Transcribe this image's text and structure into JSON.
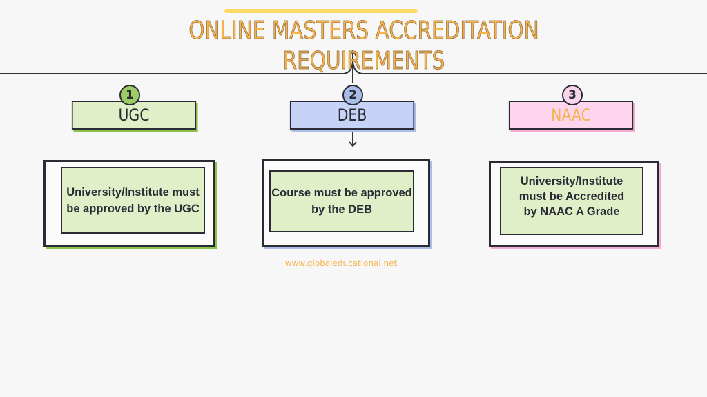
{
  "title": {
    "line1": "ONLINE MASTERS ACCREDITATION",
    "line2": "REQUIREMENTS"
  },
  "colors": {
    "title": "#f7b24a",
    "highlight": "#ffd966",
    "green": "#e1efc9",
    "blue": "#c5d3f7",
    "pink": "#fdd5ec"
  },
  "columns": [
    {
      "number": "1",
      "label": "UGC",
      "description": "University/Institute must be approved by the UGC"
    },
    {
      "number": "2",
      "label": "DEB",
      "description": "Course must be approved by the DEB"
    },
    {
      "number": "3",
      "label": "NAAC",
      "description": "University/Institute must be Accredited by NAAC A Grade"
    }
  ],
  "footer": {
    "url": "www.globaleducational.net"
  }
}
